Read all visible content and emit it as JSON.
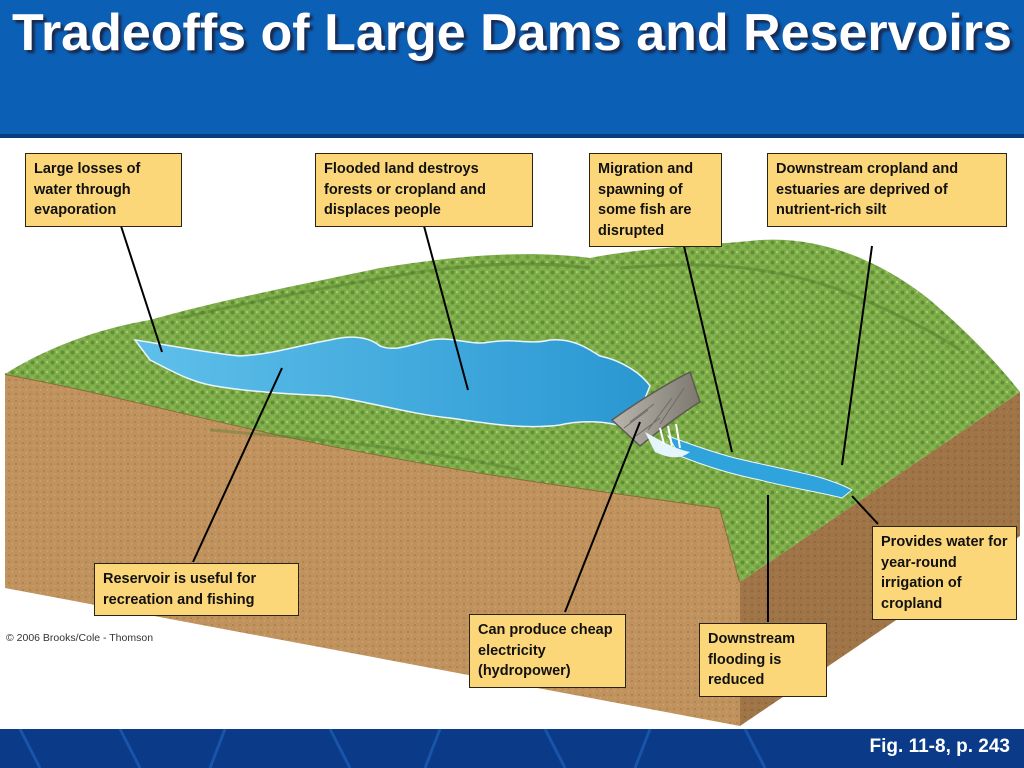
{
  "slide": {
    "title": "Tradeoffs of Large Dams and Reservoirs",
    "copyright": "© 2006 Brooks/Cole - Thomson",
    "figure_ref": "Fig. 11-8, p. 243",
    "colors": {
      "header": "#0b5fb4",
      "footer": "#0a3a88",
      "callout_fill": "#fcd77a",
      "water": "#3aa9dd",
      "land": "#7fae4b",
      "soil": "#c0935e"
    }
  },
  "callouts": {
    "evaporation": "Large losses of water through evaporation",
    "flooded_land": "Flooded land destroys forests or cropland and displaces people",
    "fish_migration": "Migration and spawning of some fish are disrupted",
    "silt": "Downstream cropland and estuaries are deprived of nutrient-rich silt",
    "recreation": "Reservoir is useful for recreation and fishing",
    "hydropower": "Can produce cheap electricity (hydropower)",
    "flooding_reduced": "Downstream flooding is reduced",
    "irrigation": "Provides water for year-round irrigation of cropland"
  }
}
